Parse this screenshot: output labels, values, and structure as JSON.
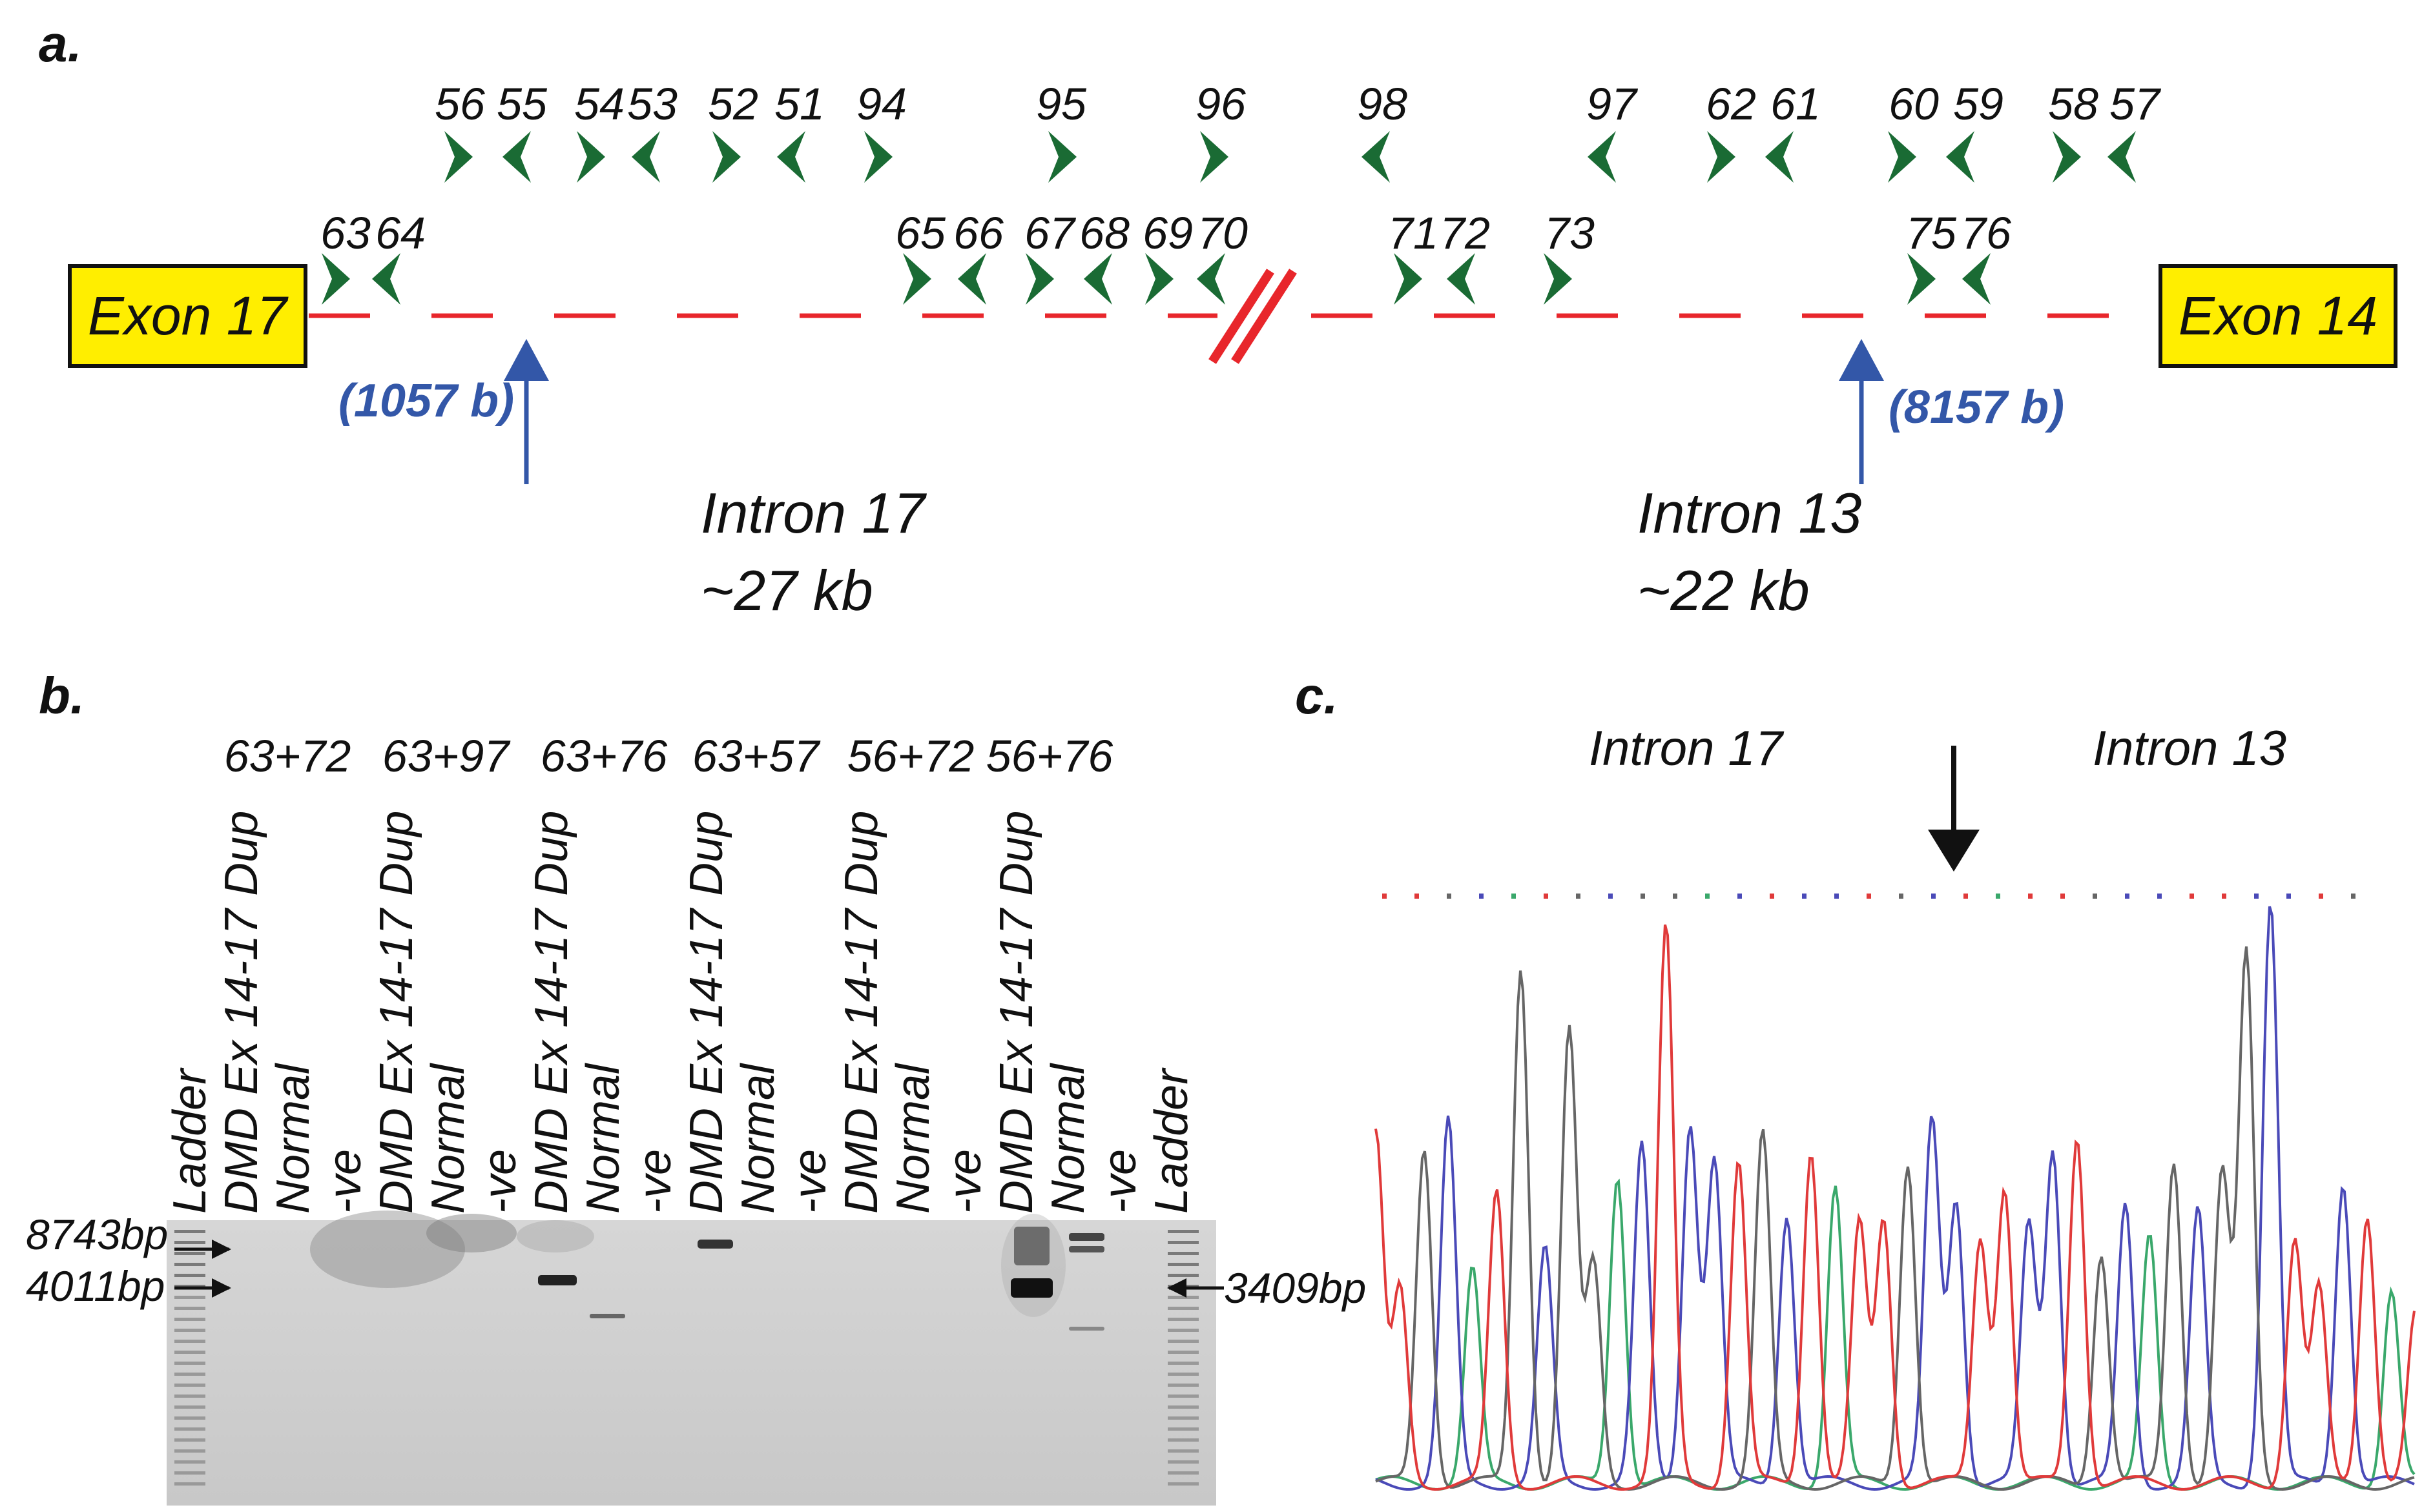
{
  "panels": {
    "a": "a.",
    "b": "b.",
    "c": "c."
  },
  "diagram": {
    "exon_left": "Exon 17",
    "exon_right": "Exon 14",
    "bp_left": "(1057 b)",
    "bp_right": "(8157 b)",
    "intron_left_name": "Intron 17",
    "intron_left_size": "~27 kb",
    "intron_right_name": "Intron 13",
    "intron_right_size": "~22 kb",
    "primer_color": "#1a6b34",
    "line_color": "#e8262b",
    "arrow_color": "#3357a8",
    "exon_fill": "#ffee00",
    "top_row": [
      "56",
      "55",
      "54",
      "53",
      "52",
      "51",
      "94",
      "95",
      "96",
      "98",
      "97",
      "62",
      "61",
      "60",
      "59",
      "58",
      "57"
    ],
    "bottom_row": [
      "63",
      "64",
      "65",
      "66",
      "67",
      "68",
      "69",
      "70",
      "71",
      "72",
      "73",
      "75",
      "76"
    ]
  },
  "gel": {
    "pairs": [
      "63+72",
      "63+97",
      "63+76",
      "63+57",
      "56+72",
      "56+76"
    ],
    "lanes": [
      "Ladder",
      "DMD Ex 14-17 Dup",
      "Normal",
      "-ve",
      "DMD Ex 14-17 Dup",
      "Normal",
      "-ve",
      "DMD Ex 14-17 Dup",
      "Normal",
      "-ve",
      "DMD Ex 14-17 Dup",
      "Normal",
      "-ve",
      "DMD Ex 14-17 Dup",
      "Normal",
      "-ve",
      "DMD Ex 14-17 Dup",
      "Normal",
      "-ve",
      "Ladder"
    ],
    "band_high": "8743bp",
    "band_mid": "4011bp",
    "band_right": "3409bp"
  },
  "chromatogram": {
    "left_label": "Intron 17",
    "right_label": "Intron 13",
    "colors": {
      "A": "#3aa86b",
      "C": "#4a4ab8",
      "G": "#666666",
      "T": "#e03a3a"
    }
  }
}
